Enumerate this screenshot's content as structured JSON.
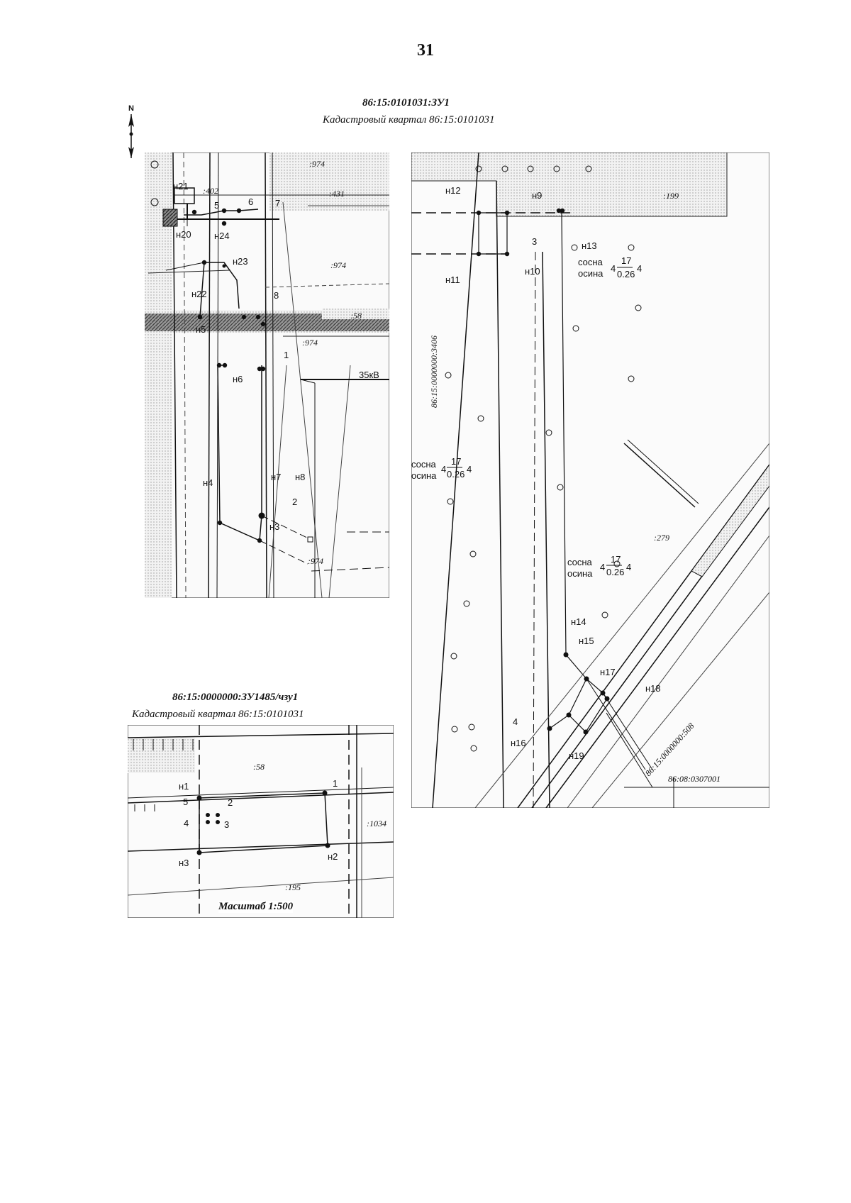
{
  "page_number": "31",
  "north_label": "N",
  "map1": {
    "title": "86:15:0101031:ЗУ1",
    "subtitle": "Кадастровый квартал 86:15:0101031",
    "parcel_labels": [
      ":974",
      ":402",
      ":431",
      ":974",
      ":58",
      ":974",
      ":974"
    ],
    "point_labels": [
      "н21",
      "н20",
      "н24",
      "н23",
      "н22",
      "н5",
      "н6",
      "н4",
      "н7",
      "н8",
      "н3",
      "1",
      "2",
      "5",
      "6",
      "7",
      "8"
    ],
    "power_line": "35кВ",
    "tree_label": {
      "sosna": "сосна",
      "osina": "осина"
    },
    "right_labels": [
      "н12",
      "н9",
      ":199",
      "н13",
      "н11",
      "н10",
      "3",
      "4",
      "н14",
      "н15",
      "н17",
      "н18",
      "н16",
      "н19",
      ":279",
      "86:08:0307001"
    ],
    "rotated_labels": [
      "86:15:0000000:3406",
      "86:15:0000000:508"
    ],
    "tree_values": {
      "pre": "4",
      "num": "17",
      "den": "0.26",
      "post": "4"
    }
  },
  "map2": {
    "title": "86:15:0000000:ЗУ1485/чзу1",
    "subtitle": "Кадастровый квартал 86:15:0101031",
    "parcel_labels": [
      ":58",
      ":1034",
      ":195"
    ],
    "point_labels": [
      "н1",
      "1",
      "5",
      "2",
      "4",
      "3",
      "н3",
      "н2"
    ],
    "scale": "Масштаб 1:500"
  }
}
